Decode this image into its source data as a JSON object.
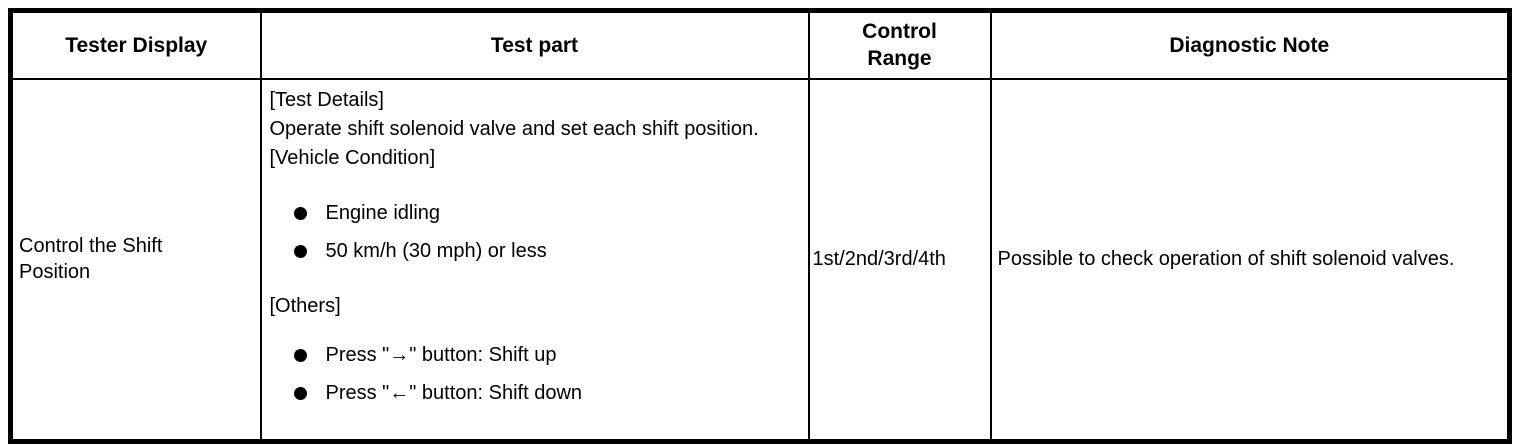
{
  "colors": {
    "border": "#000000",
    "background": "#ffffff",
    "text": "#000000"
  },
  "table": {
    "headers": [
      {
        "label": "Tester Display"
      },
      {
        "label": "Test part"
      },
      {
        "label": "Control Range"
      },
      {
        "label": "Diagnostic Note"
      }
    ],
    "row": {
      "tester_display": "Control the Shift Position",
      "test_part": {
        "section1_label": "[Test Details]",
        "section1_text": "Operate shift solenoid valve and set each shift position.",
        "section2_label": "[Vehicle Condition]",
        "section2_bullets": [
          "Engine idling",
          "50 km/h (30 mph) or less"
        ],
        "section3_label": "[Others]",
        "section3_bullets": [
          "Press \"→\" button: Shift up",
          "Press \"←\" button: Shift down"
        ]
      },
      "control_range": "1st/2nd/3rd/4th",
      "diagnostic_note": "Possible to check operation of shift solenoid valves."
    }
  }
}
